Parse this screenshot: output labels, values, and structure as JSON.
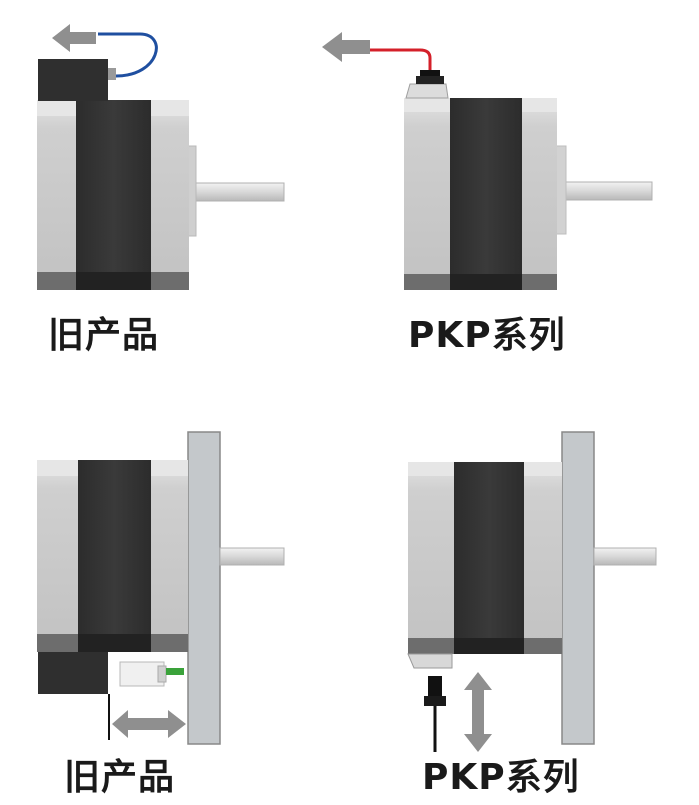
{
  "panels": {
    "top_left": {
      "caption": "旧产品"
    },
    "top_right": {
      "caption": "PKP系列"
    },
    "bottom_left": {
      "caption": "旧产品"
    },
    "bottom_right": {
      "caption": "PKP系列"
    }
  },
  "colors": {
    "body_light": "#c9c9c9",
    "body_band": "#333333",
    "body_dark": "#555555",
    "shaft": "#dedede",
    "plate": "#c4c8cb",
    "arrow_gray": "#8f8f8f",
    "cable_blue": "#1f4fa0",
    "cable_red": "#d4202a",
    "connector_green": "#3aa23a",
    "connector_black": "#111111"
  }
}
